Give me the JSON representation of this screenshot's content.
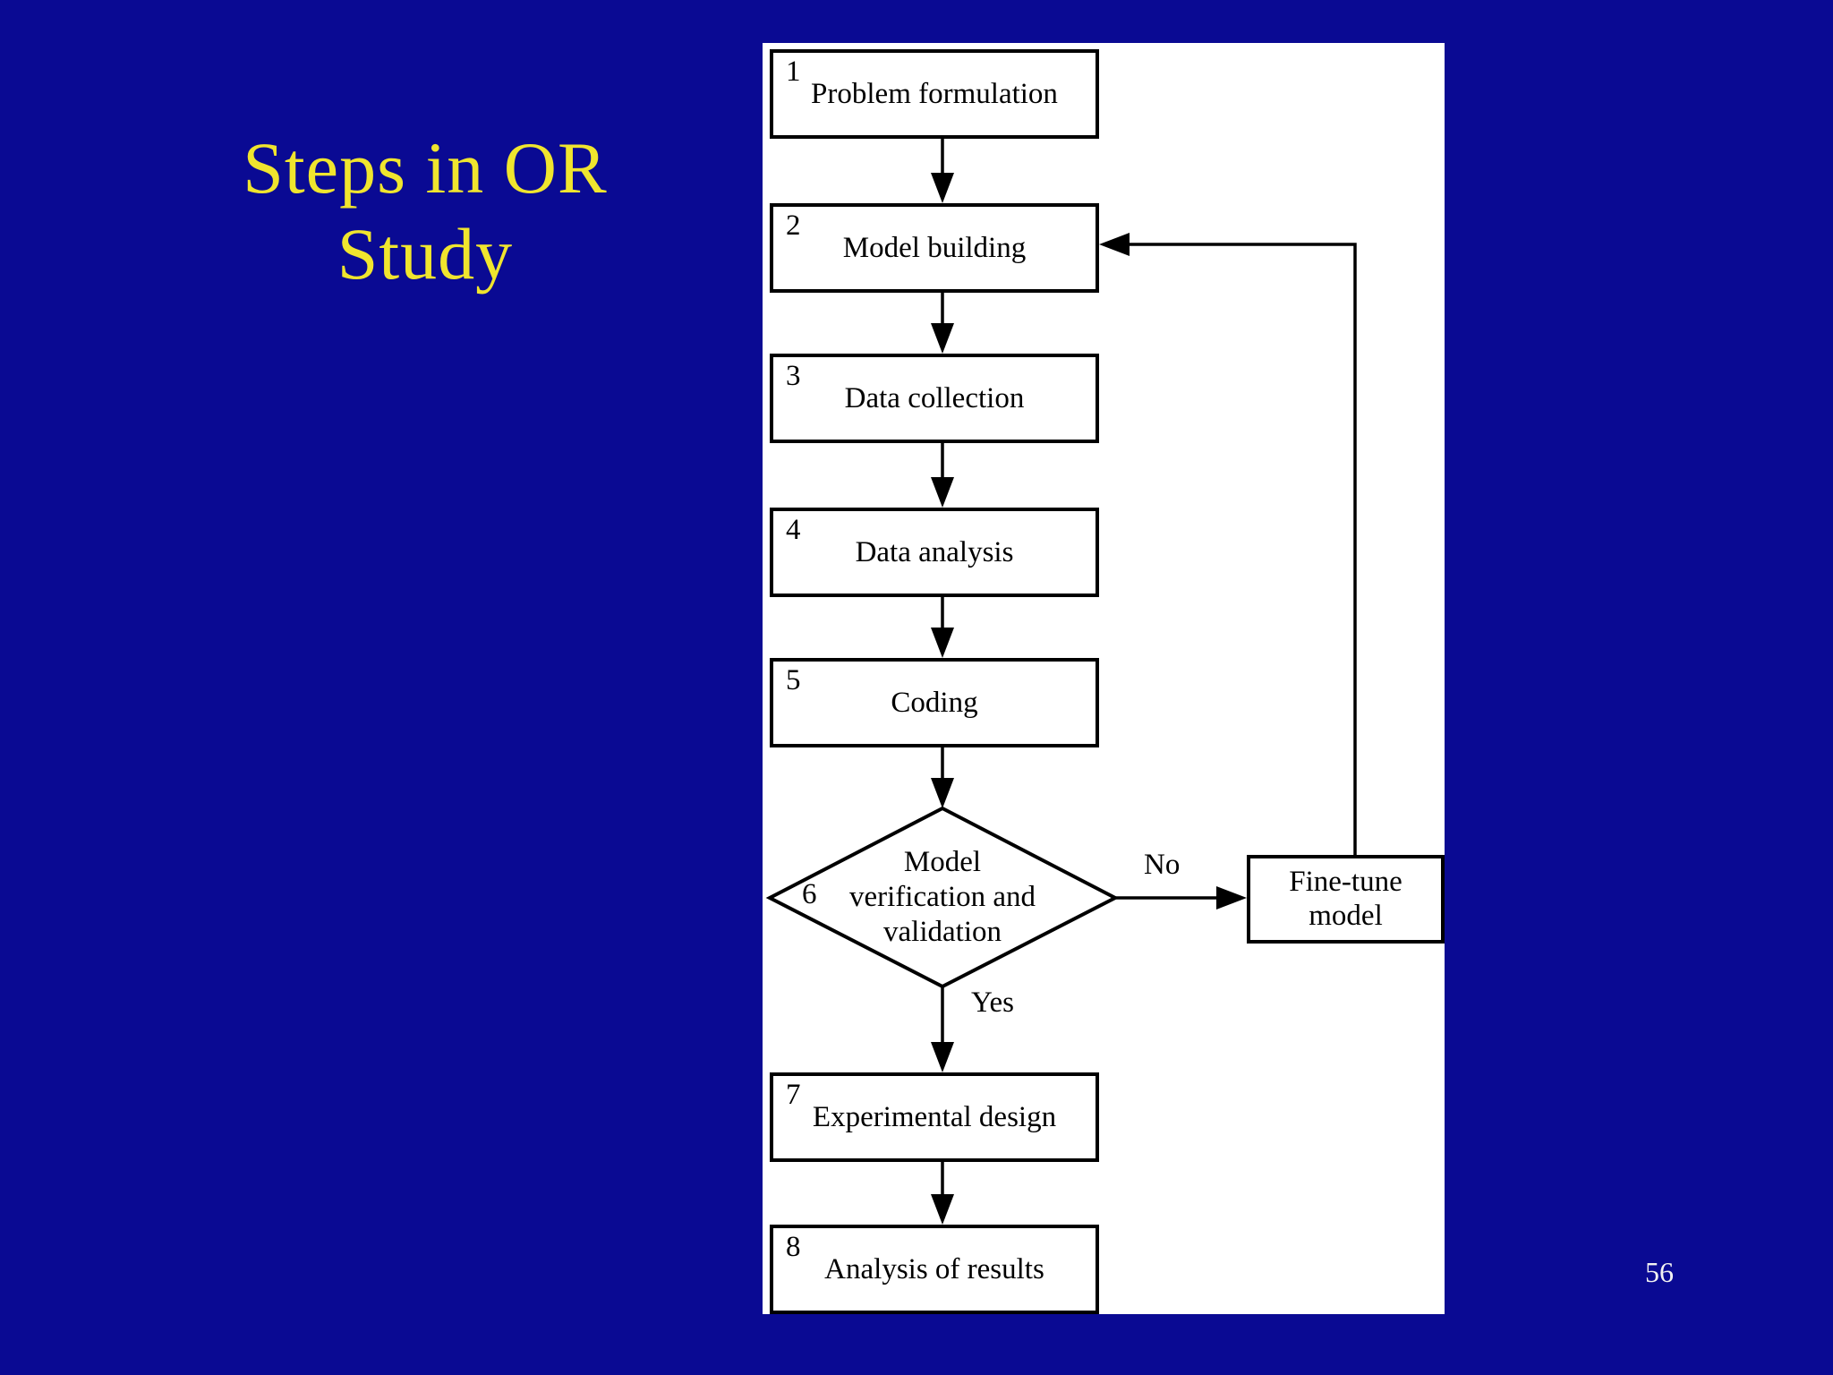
{
  "slide": {
    "title_line1": "Steps in OR",
    "title_line2": "Study",
    "page_number": "56",
    "colors": {
      "background": "#0a0a93",
      "title_text": "#f0e52e",
      "panel": "#ffffff",
      "diagram_line": "#000000",
      "page_number_text": "#f2f2f2"
    }
  },
  "flowchart": {
    "boxes": [
      {
        "number": "1",
        "label": "Problem formulation"
      },
      {
        "number": "2",
        "label": "Model building"
      },
      {
        "number": "3",
        "label": "Data collection"
      },
      {
        "number": "4",
        "label": "Data analysis"
      },
      {
        "number": "5",
        "label": "Coding"
      },
      {
        "number": "7",
        "label": "Experimental design"
      },
      {
        "number": "8",
        "label": "Analysis of results"
      }
    ],
    "decision": {
      "number": "6",
      "lines": [
        "Model",
        "verification and",
        "validation"
      ]
    },
    "side_box": {
      "lines": [
        "Fine-tune",
        "model"
      ]
    },
    "edge_labels": {
      "no": "No",
      "yes": "Yes"
    }
  }
}
